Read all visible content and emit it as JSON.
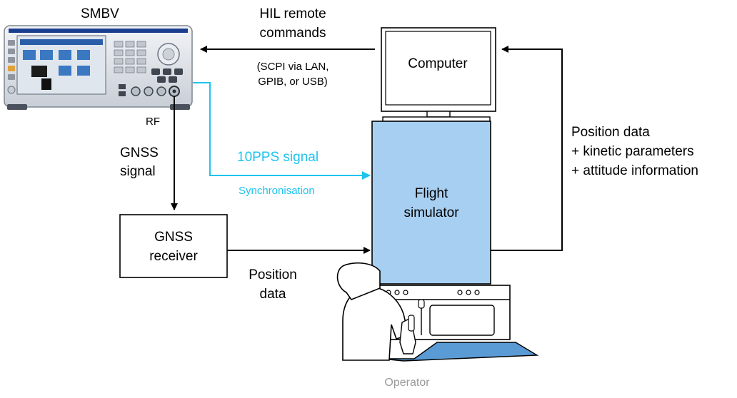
{
  "instrument": {
    "name": "SMBV",
    "port_label": "RF",
    "brand_color": "#1b3f8f"
  },
  "links": {
    "remote_title_1": "HIL remote",
    "remote_title_2": "commands",
    "remote_detail_1": "(SCPI via LAN,",
    "remote_detail_2": "GPIB, or USB)",
    "gnss_signal_1": "GNSS",
    "gnss_signal_2": "signal",
    "pps_label": "10PPS signal",
    "sync_label": "Synchronisation",
    "position_data_1": "Position",
    "position_data_2": "data",
    "feedback_1": "Position data",
    "feedback_2": "+ kinetic parameters",
    "feedback_3": "+ attitude information"
  },
  "nodes": {
    "computer": "Computer",
    "simulator_1": "Flight",
    "simulator_2": "simulator",
    "receiver_1": "GNSS",
    "receiver_2": "receiver",
    "operator": "Operator"
  },
  "colors": {
    "simulator_fill": "#a7cff2",
    "sync_line": "#1ec4ef",
    "operator_label": "#9a9a9a",
    "desk_surface": "#5b9bd5"
  }
}
